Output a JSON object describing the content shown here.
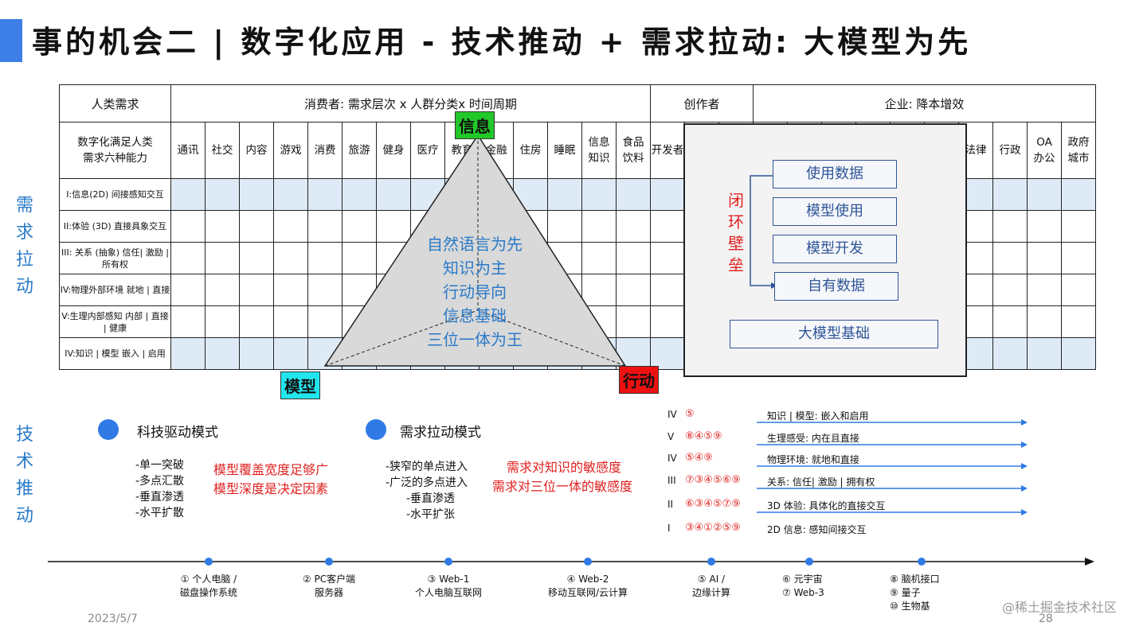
{
  "title": "事的机会二 | 数字化应用 - 技术推动 + 需求拉动: 大模型为先",
  "side_labels": {
    "demand": [
      "需",
      "求",
      "拉",
      "动"
    ],
    "tech": [
      "技",
      "术",
      "推",
      "动"
    ]
  },
  "table": {
    "header": {
      "human_needs": "人类需求",
      "consumer": "消费者: 需求层次 x 人群分类x 时间周期",
      "creator": "创作者",
      "enterprise": "企业: 降本增效"
    },
    "sub_header": [
      "数字化满足人类需求六种能力",
      "通讯",
      "社交",
      "内容",
      "游戏",
      "消费",
      "旅游",
      "健身",
      "医疗",
      "教育",
      "金融",
      "住房",
      "睡眠",
      "信息知识",
      "食品饮料",
      "开发者",
      "",
      "",
      "",
      "",
      "",
      "",
      "",
      "",
      "法律",
      "行政",
      "OA办公",
      "政府城市"
    ],
    "rows": [
      {
        "label": "I:信息(2D) 间接感知交互",
        "shade": true
      },
      {
        "label": "II:体验 (3D) 直接具象交互",
        "shade": false
      },
      {
        "label": "III: 关系 (抽象) 信任| 激励 | 所有权",
        "shade": false
      },
      {
        "label": "IV:物理外部环境 就地 | 直接",
        "shade": false
      },
      {
        "label": "V:生理内部感知 内部 | 直接 | 健康",
        "shade": false
      },
      {
        "label": "IV:知识 | 模型 嵌入 | 启用",
        "shade": true
      }
    ]
  },
  "triangle": {
    "top": "信息",
    "left": "模型",
    "right": "行动",
    "lines": [
      "自然语言为先",
      "知识为主",
      "行动导向",
      "信息基础",
      "三位一体为王"
    ],
    "colors": {
      "top": "#22c82a",
      "left": "#22e6ee",
      "right": "#ee1111"
    }
  },
  "panel": {
    "loop_label": [
      "闭",
      "环",
      "壁",
      "垒"
    ],
    "boxes": [
      "使用数据",
      "模型使用",
      "模型开发",
      "自有数据"
    ],
    "base": "大模型基础"
  },
  "modes": {
    "tech": {
      "title": "科技驱动模式",
      "items": [
        "-单一突破",
        "-多点汇散",
        "-垂直渗透",
        "-水平扩散"
      ],
      "notes": [
        "模型覆盖宽度足够广",
        "模型深度是决定因素"
      ]
    },
    "demand": {
      "title": "需求拉动模式",
      "items": [
        "-狭窄的单点进入",
        "-广泛的多点进入",
        "-垂直渗透",
        "-水平扩张"
      ],
      "notes": [
        "需求对知识的敏感度",
        "需求对三位一体的敏感度"
      ]
    }
  },
  "levels": [
    {
      "roman": "IV",
      "codes": "⑤",
      "desc": "知识 | 模型: 嵌入和启用"
    },
    {
      "roman": "V",
      "codes": "⑧④⑤⑨",
      "desc": "生理感受: 内在且直接"
    },
    {
      "roman": "IV",
      "codes": "⑤④⑨",
      "desc": "物理环境: 就地和直接"
    },
    {
      "roman": "III",
      "codes": "⑦③④⑤⑥⑨",
      "desc": "关系: 信任| 激励 | 拥有权"
    },
    {
      "roman": "II",
      "codes": "⑥③④⑤⑦⑨",
      "desc": "3D 体验: 具体化的直接交互"
    },
    {
      "roman": "I",
      "codes": "③④①②⑤⑨",
      "desc": "2D 信息: 感知间接交互"
    }
  ],
  "timeline": [
    {
      "l1": "① 个人电脑 /",
      "l2": "磁盘操作系统",
      "l3": ""
    },
    {
      "l1": "② PC客户端",
      "l2": "服务器",
      "l3": ""
    },
    {
      "l1": "③ Web-1",
      "l2": "个人电脑互联网",
      "l3": ""
    },
    {
      "l1": "④ Web-2",
      "l2": "移动互联网/云计算",
      "l3": ""
    },
    {
      "l1": "⑤ AI /",
      "l2": "边缘计算",
      "l3": ""
    },
    {
      "l1": "⑥ 元宇宙",
      "l2": "⑦ Web-3",
      "l3": ""
    },
    {
      "l1": "⑧ 脑机接口",
      "l2": "⑨ 量子",
      "l3": "⑩ 生物基"
    }
  ],
  "footer": {
    "date": "2023/5/7",
    "watermark": "@稀土掘金技术社区",
    "page": "28"
  }
}
